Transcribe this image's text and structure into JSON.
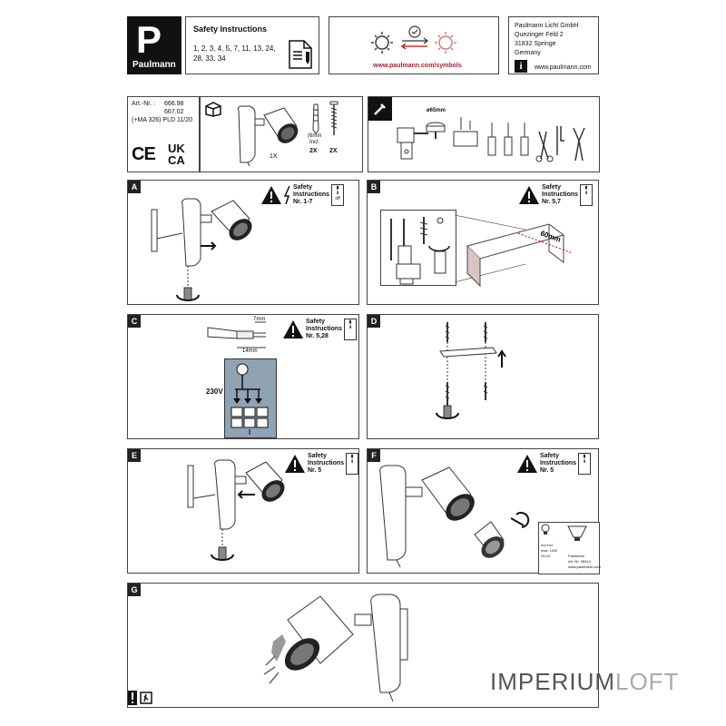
{
  "brand": {
    "name": "Paulmann"
  },
  "safety_header": {
    "title": "Safety Instructions",
    "numbers_line1": "1, 2, 3, 4, 5, 7, 11, 13, 24,",
    "numbers_line2": "28, 33, 34"
  },
  "symbols": {
    "url": "www.paulmann.com/symbols"
  },
  "company": {
    "line1": "Paulmann Licht GmbH",
    "line2": "Quezinger Feld 2",
    "line3": "31832 Springe",
    "line4": "Germany",
    "url": "www.paulmann.com"
  },
  "article": {
    "label": "Art.-Nr. :",
    "num1": "666.98",
    "num2": "667.02",
    "code": "(+MA 326) PLD 11/20"
  },
  "marks": {
    "ce": "CE",
    "ukca1": "UK",
    "ukca2": "CA"
  },
  "package": {
    "lamp_qty": "1X",
    "dowel_qty": "2X",
    "screw_qty": "2X",
    "dowel_size": "(6mm",
    "incl": "Incl."
  },
  "tools": {
    "drill_size": "ø65mm"
  },
  "panels": {
    "a": {
      "label": "A",
      "safety": "Safety\nInstructions",
      "nr": "Nr. 1-7",
      "off": "off"
    },
    "b": {
      "label": "B",
      "safety": "Safety\nInstructions",
      "nr": "Nr. 5,7",
      "dim": "60mm"
    },
    "c": {
      "label": "C",
      "safety": "Safety\nInstructions",
      "nr": "Nr. 5,28",
      "d1": "7mm",
      "d2": "14mm",
      "voltage": "230V"
    },
    "d": {
      "label": "D"
    },
    "e": {
      "label": "E",
      "safety": "Safety\nInstructions",
      "nr": "Nr. 5"
    },
    "f": {
      "label": "F",
      "safety": "Safety\nInstructions",
      "nr": "Nr. 5",
      "bulb_line1": "not incl.",
      "bulb_line2": "max. 10W",
      "bulb_line3": "GU10",
      "bulb_line4": "Paulmann",
      "bulb_line5": "Art.-Nr. 28414",
      "bulb_line6": "www.paulmann.com"
    },
    "g": {
      "label": "G"
    }
  },
  "watermark": {
    "part1": "IMPERIUM",
    "part2": "LOFT"
  }
}
